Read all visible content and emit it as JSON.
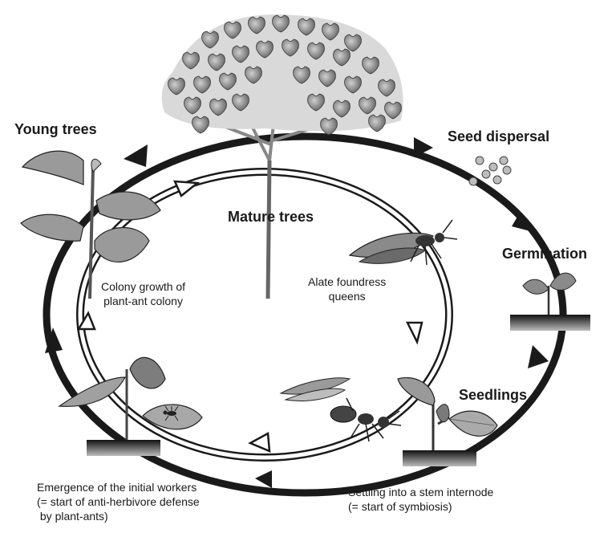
{
  "stages": {
    "young_trees": "Young trees",
    "seed_dispersal": "Seed dispersal",
    "mature_trees": "Mature trees",
    "germination": "Germination",
    "seedlings": "Seedlings"
  },
  "ant_cycle": {
    "colony_growth": [
      "Colony growth of",
      "plant-ant colony"
    ],
    "alate_queens": [
      "Alate foundress",
      "queens"
    ],
    "emergence": [
      "Emergence of the initial workers",
      "(= start of anti-herbivore defense",
      " by plant-ants)"
    ],
    "settling": [
      "Settling into a stem internode",
      "(= start of symbiosis)"
    ]
  },
  "colors": {
    "ink": "#1a1a1a",
    "leaf": "#8a8a8a",
    "leaf_dark": "#4a4a4a",
    "ground": "#2b2b2b"
  }
}
